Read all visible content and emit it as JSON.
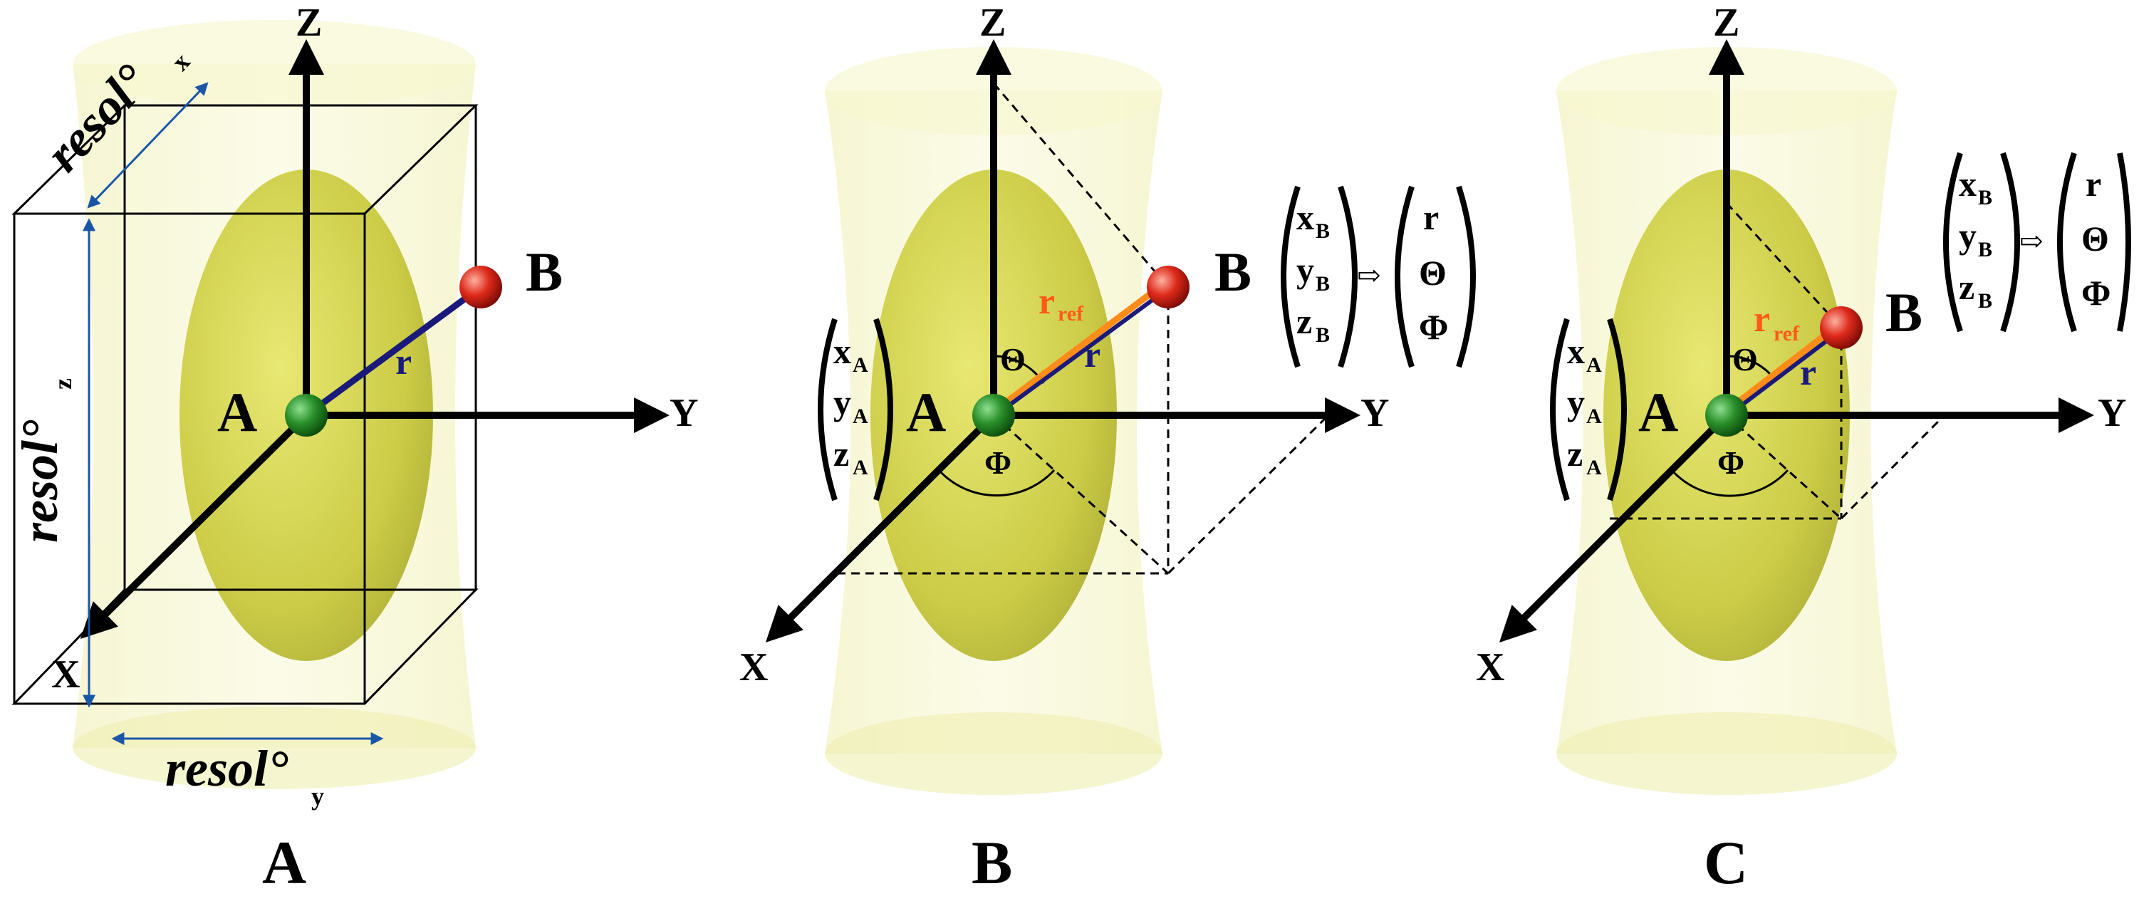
{
  "axes": {
    "z": "Z",
    "y": "Y",
    "x": "X"
  },
  "points": {
    "a": "A",
    "b": "B"
  },
  "distance": {
    "r": "r",
    "r_ref_main": "r",
    "r_ref_sub": "ref"
  },
  "angles": {
    "theta": "Θ",
    "phi": "Φ"
  },
  "resolution": {
    "word": "resol°",
    "sub_x": "x",
    "sub_y": "y",
    "sub_z": "z"
  },
  "coords": {
    "a": [
      {
        "main": "x",
        "sub": "A"
      },
      {
        "main": "y",
        "sub": "A"
      },
      {
        "main": "z",
        "sub": "A"
      }
    ],
    "b": [
      {
        "main": "x",
        "sub": "B"
      },
      {
        "main": "y",
        "sub": "B"
      },
      {
        "main": "z",
        "sub": "B"
      }
    ],
    "spherical": [
      "r",
      "Θ",
      "Φ"
    ],
    "arrow": "⇨"
  },
  "panels": [
    {
      "label": "A"
    },
    {
      "label": "B"
    },
    {
      "label": "C"
    }
  ],
  "colors": {
    "hourglass": "#f3f3b5",
    "ellipsoid": "#c9c93a",
    "point_a": "#1f7a1f",
    "point_b": "#d01a1a",
    "r_line": "#1a1a7a",
    "r_ref_line": "#ff8c1a",
    "resol_arrow": "#1a56a8"
  }
}
